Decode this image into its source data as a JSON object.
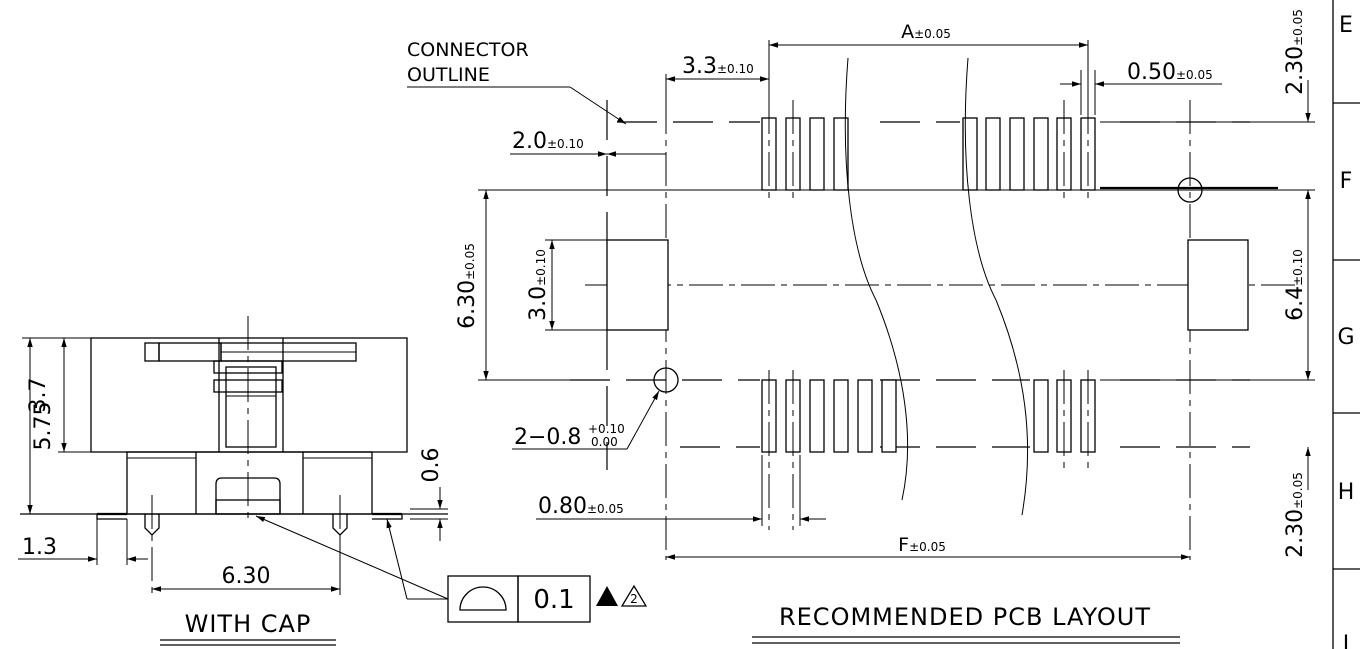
{
  "labels": {
    "connector_outline_1": "CONNECTOR",
    "connector_outline_2": "OUTLINE",
    "with_cap": "WITH  CAP",
    "recommended_pcb_layout": "RECOMMENDED  PCB  LAYOUT"
  },
  "dims": {
    "a": {
      "main": "A",
      "tol": "±0.05"
    },
    "f": {
      "main": "F",
      "tol": "±0.05"
    },
    "d_3_3": {
      "main": "3.3",
      "tol": "±0.10"
    },
    "d_0_50": {
      "main": "0.50",
      "tol": "±0.05"
    },
    "d_2_0": {
      "main": "2.0",
      "tol": "±0.10"
    },
    "d_6_30": {
      "main": "6.30",
      "tol": "±0.05"
    },
    "d_3_0": {
      "main": "3.0",
      "tol": "±0.10"
    },
    "d_6_4": {
      "main": "6.4",
      "tol": "±0.10"
    },
    "d_2_30_top": {
      "main": "2.30",
      "tol": "±0.05"
    },
    "d_2_30_bottom": {
      "main": "2.30",
      "tol": "±0.05"
    },
    "d_0_80": {
      "main": "0.80",
      "tol": "±0.05"
    },
    "hole": {
      "main": "2−0.8",
      "tol_upper": "+0.10",
      "tol_lower": "0.00"
    },
    "side_5_75": "5.75",
    "side_3_7": "3.7",
    "side_0_6": "0.6",
    "side_1_3": "1.3",
    "side_6_30": "6.30"
  },
  "tolerance_frame": {
    "value": "0.1",
    "revision": "2"
  },
  "zone_letters": [
    "E",
    "F",
    "G",
    "H",
    "I"
  ]
}
